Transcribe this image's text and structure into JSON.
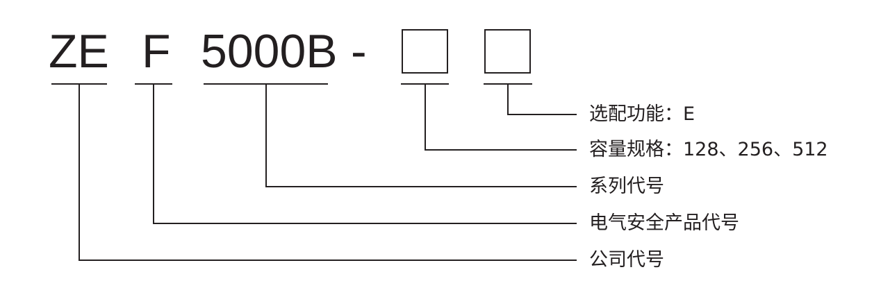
{
  "model_code": {
    "company": "ZE",
    "safety": "F",
    "series": "5000B",
    "dash": "-"
  },
  "placeholder_boxes": [
    "capacity",
    "option"
  ],
  "callouts": {
    "option": "选配功能：E",
    "capacity": "容量规格：128、256、512",
    "series": "系列代号",
    "safety": "电气安全产品代号",
    "company": "公司代号"
  },
  "colors": {
    "ink": "#231f20",
    "background": "#ffffff"
  }
}
